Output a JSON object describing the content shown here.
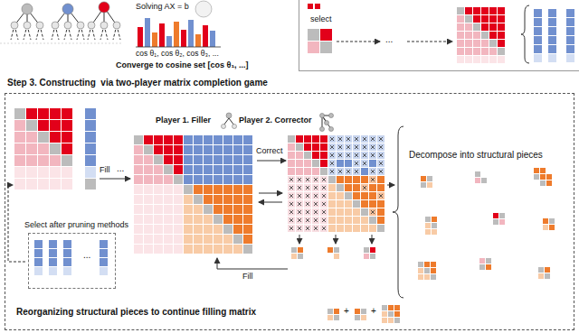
{
  "diagram": {
    "nodes": [
      {
        "text": [
          "select"
        ]
      },
      {
        "text": [
          "Step 3. Constructing  via two-player matrix completion game"
        ]
      },
      {
        "text": [
          "Select after pruning methods"
        ],
        "in": 1
      }
    ],
    "labels": [
      "Solving AX = b",
      "cos θ₁, cos θ₂, cos θ₃, ...",
      "Converge to cosine set [cos θ₁, ...]",
      "...",
      "Player 1. Filler",
      "Player 2. Corrector",
      "Fill",
      "...",
      "Correct",
      "Fill",
      "Decompose into structural pieces",
      "Reorganizing structural pieces to continue filling matrix",
      "+",
      "+",
      "..."
    ]
  }
}
